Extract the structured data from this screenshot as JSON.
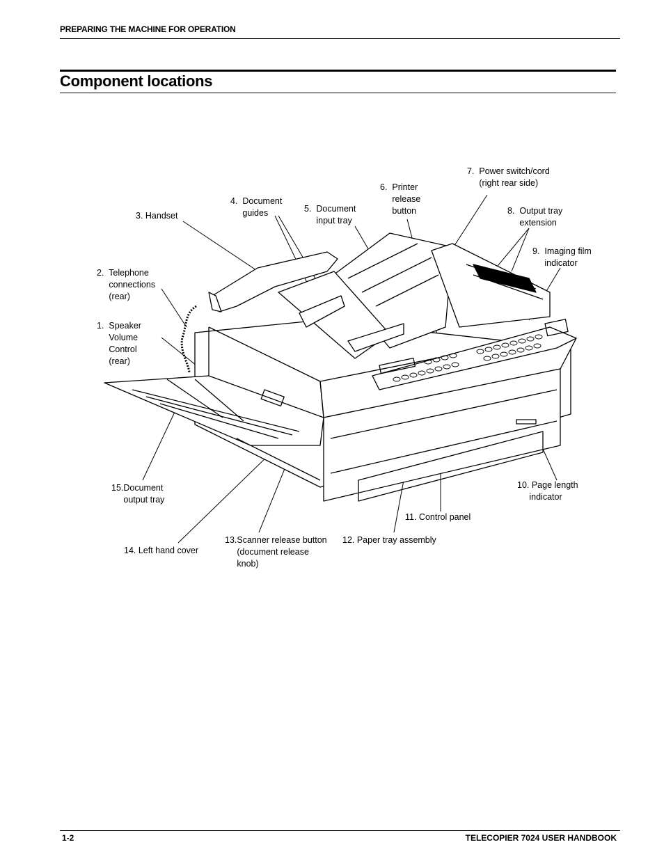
{
  "header": {
    "section": "PREPARING THE MACHINE FOR OPERATION"
  },
  "page_title": "Component locations",
  "labels": {
    "l1": "1.  Speaker\n     Volume\n     Control\n     (rear)",
    "l2": "2.  Telephone\n     connections\n     (rear)",
    "l3": "3. Handset",
    "l4": "4.  Document\n     guides",
    "l5": "5.  Document\n     input tray",
    "l6": "6.  Printer\n     release\n     button",
    "l7": "7.  Power switch/cord\n     (right rear side)",
    "l8": "8.  Output tray\n     extension",
    "l9": "9.  Imaging film\n     indicator",
    "l10": "10. Page length\n     indicator",
    "l11": "11. Control panel",
    "l12": "12. Paper tray assembly",
    "l13": "13.Scanner release button\n     (document release\n     knob)",
    "l14": "14. Left hand cover",
    "l15": "15.Document\n     output tray"
  },
  "footer": {
    "page_number": "1-2",
    "book_title": "TELECOPIER 7024 USER HANDBOOK"
  }
}
